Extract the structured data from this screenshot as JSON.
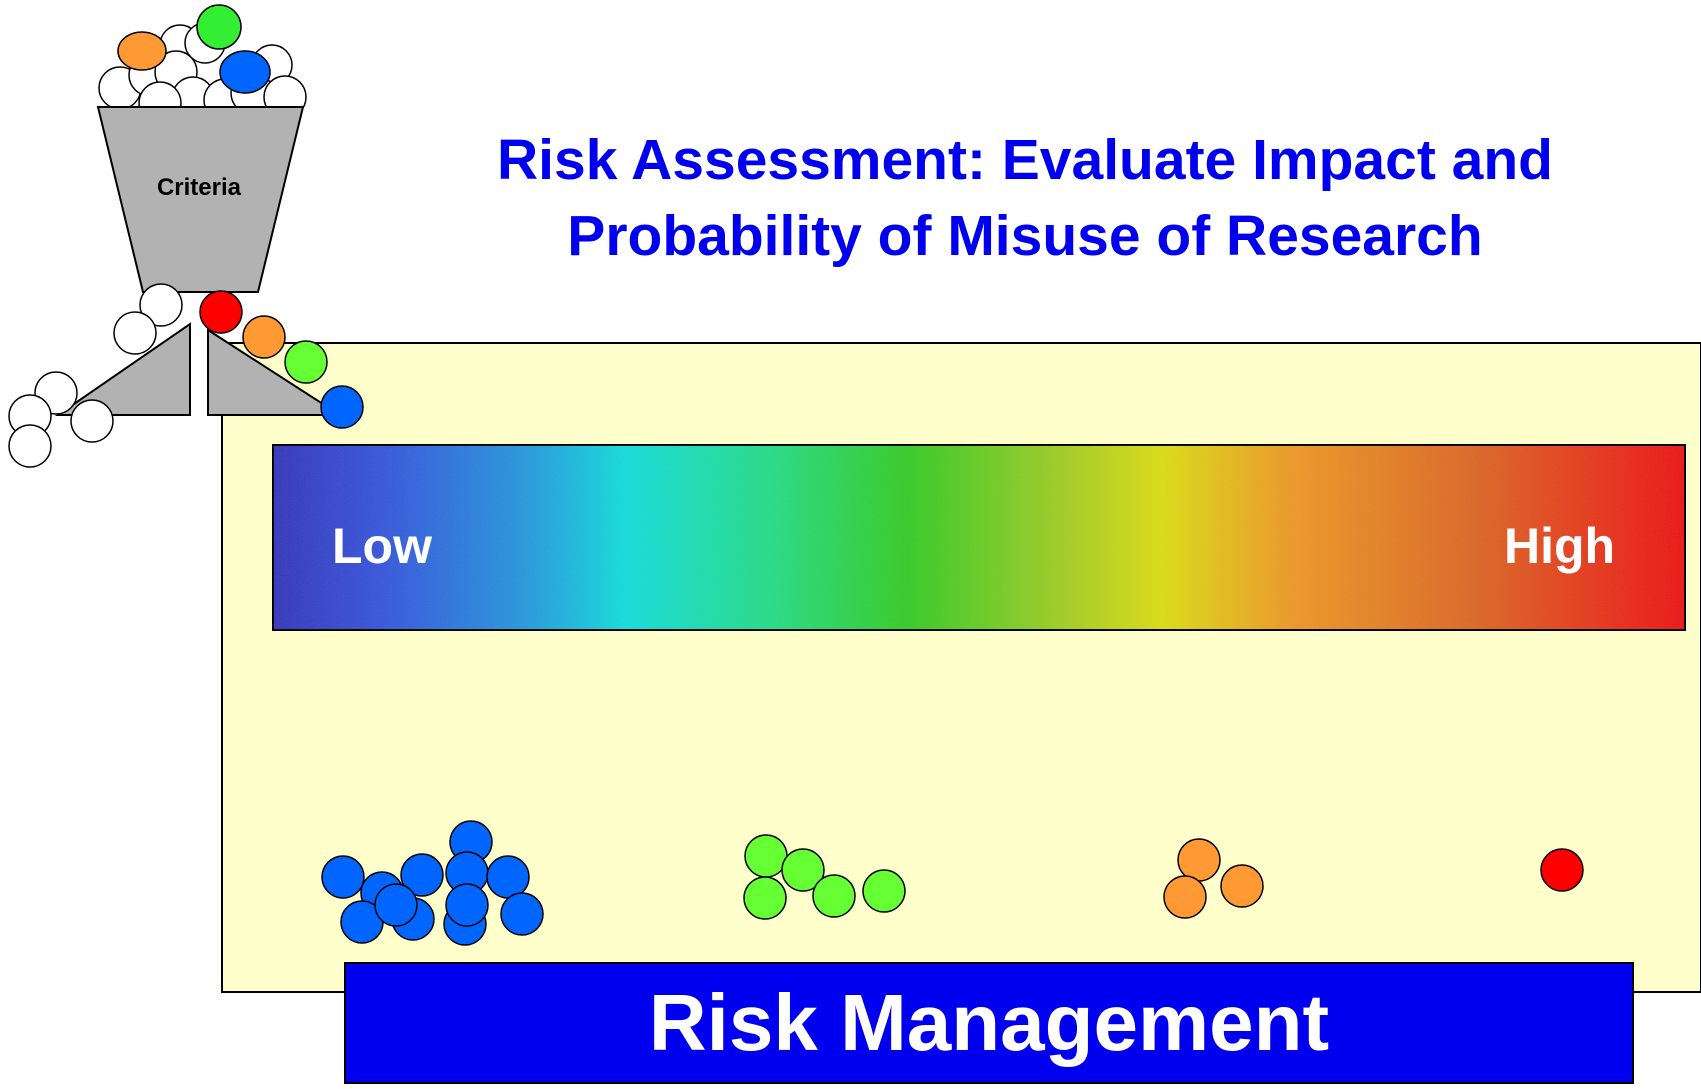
{
  "title": {
    "line1": "Risk Assessment: Evaluate Impact and",
    "line2": "Probability of Misuse of Research"
  },
  "funnel": {
    "label": "Criteria"
  },
  "scale": {
    "low_label": "Low",
    "high_label": "High"
  },
  "footer": {
    "label": "Risk Management"
  },
  "colors": {
    "title_blue": "#0000ee",
    "panel_fill": "#ffffcc",
    "funnel_gray": "#b2b2b2",
    "blue_ball": "#0066ff",
    "green_ball": "#66ff33",
    "orange_ball": "#ff9933",
    "red_ball": "#ff0000",
    "white_ball": "#ffffff"
  },
  "sorted_groups": [
    {
      "name": "blue",
      "count": 12
    },
    {
      "name": "green",
      "count": 5
    },
    {
      "name": "orange",
      "count": 3
    },
    {
      "name": "red",
      "count": 1
    }
  ]
}
